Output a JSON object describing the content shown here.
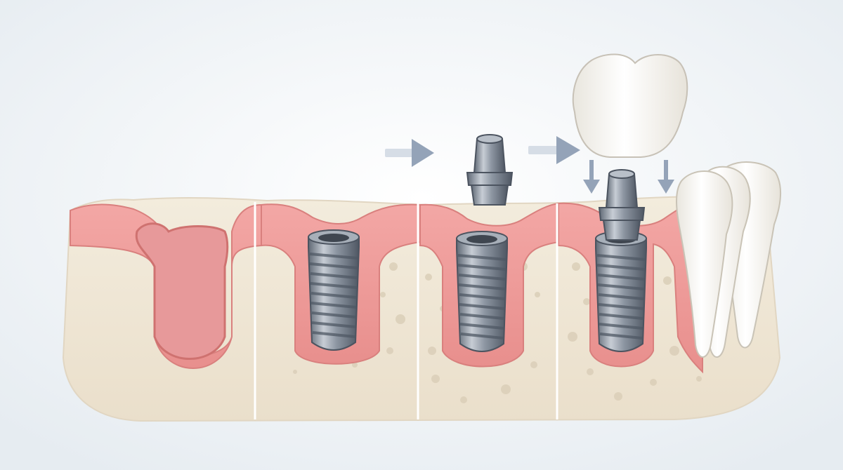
{
  "diagram": {
    "stages": [
      {
        "id": "extraction-socket",
        "parts": [
          "gum",
          "bone",
          "socket"
        ]
      },
      {
        "id": "implant-placed",
        "parts": [
          "gum",
          "bone",
          "implant"
        ]
      },
      {
        "id": "abutment-attach",
        "parts": [
          "gum",
          "bone",
          "implant",
          "abutment"
        ]
      },
      {
        "id": "crown-placement",
        "parts": [
          "gum",
          "bone",
          "implant",
          "abutment",
          "crown",
          "adjacent-teeth"
        ]
      }
    ],
    "arrows": [
      "right-arrow",
      "right-arrow",
      "down-arrow",
      "down-arrow"
    ],
    "colors": {
      "background": "#eef2f5",
      "gum": "#f0a0a0",
      "gum_dark": "#d97b7b",
      "bone": "#efe7d6",
      "bone_dots": "#e1d6c2",
      "implant": "#8d96a3",
      "implant_dark": "#5d6672",
      "crown": "#fbfbfa",
      "arrow": "#94a3b8",
      "divider": "#ffffff"
    }
  }
}
